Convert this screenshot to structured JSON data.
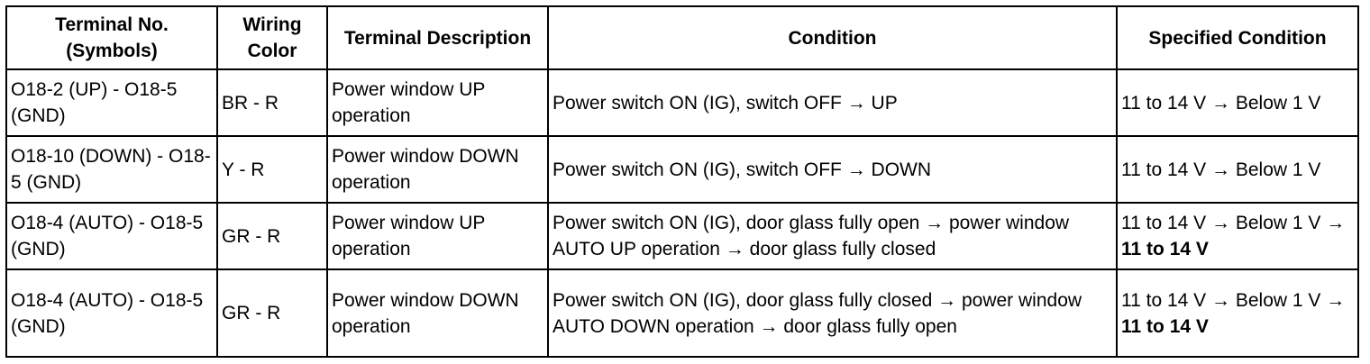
{
  "table": {
    "headers": [
      "Terminal No. (Symbols)",
      "Wiring Color",
      "Terminal Description",
      "Condition",
      "Specified Condition"
    ],
    "rows": [
      {
        "terminal": "O18-2 (UP) - O18-5 (GND)",
        "wiring": "BR - R",
        "description": "Power window UP operation",
        "condition": "Power switch ON (IG), switch OFF → UP",
        "specified": "11 to 14 V → Below 1 V",
        "specified_suffix": ""
      },
      {
        "terminal": "O18-10 (DOWN) - O18-5 (GND)",
        "wiring": "Y - R",
        "description": "Power window DOWN operation",
        "condition": "Power switch ON (IG), switch OFF → DOWN",
        "specified": "11 to 14 V → Below 1 V",
        "specified_suffix": ""
      },
      {
        "terminal": "O18-4 (AUTO) - O18-5 (GND)",
        "wiring": "GR - R",
        "description": "Power window UP operation",
        "condition": "Power switch ON (IG), door glass fully open → power window AUTO UP operation → door glass fully closed",
        "specified": "11 to 14 V → Below 1 V → ",
        "specified_suffix": "11 to 14 V"
      },
      {
        "terminal": "O18-4 (AUTO) - O18-5 (GND)",
        "wiring": "GR - R",
        "description": "Power window DOWN operation",
        "condition": "Power switch ON (IG), door glass fully closed → power window AUTO DOWN operation → door glass fully open",
        "specified": "11 to 14 V → Below 1 V → ",
        "specified_suffix": "11 to 14 V"
      }
    ]
  }
}
